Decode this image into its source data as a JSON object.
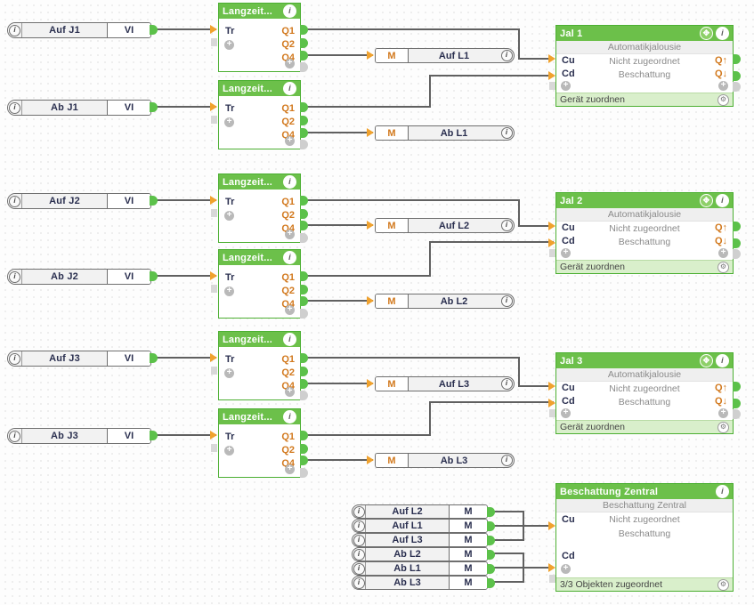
{
  "app": {
    "kind": "logic-editor-canvas",
    "colors": {
      "node_green": "#6cc04a",
      "port_out_green": "#5cc14a",
      "port_in_orange": "#f0a22e",
      "label_blue": "#2a2f4f",
      "label_orange": "#d2791e",
      "footer_green": "#d9efcb",
      "grid_dot": "#c9c9c9",
      "wire": "#606060"
    },
    "icons": {
      "info": "i",
      "plus": "+",
      "gear": "⚙",
      "move": "✥"
    }
  },
  "virtual_inputs": [
    {
      "label": "Auf J1",
      "type": "VI"
    },
    {
      "label": "Ab J1",
      "type": "VI"
    },
    {
      "label": "Auf J2",
      "type": "VI"
    },
    {
      "label": "Ab J2",
      "type": "VI"
    },
    {
      "label": "Auf J3",
      "type": "VI"
    },
    {
      "label": "Ab J3",
      "type": "VI"
    }
  ],
  "timer_blocks": [
    {
      "title": "Langzeit...",
      "input": "Tr",
      "outputs": [
        "Q1",
        "Q2",
        "Q4"
      ]
    },
    {
      "title": "Langzeit...",
      "input": "Tr",
      "outputs": [
        "Q1",
        "Q2",
        "Q4"
      ]
    },
    {
      "title": "Langzeit...",
      "input": "Tr",
      "outputs": [
        "Q1",
        "Q2",
        "Q4"
      ]
    },
    {
      "title": "Langzeit...",
      "input": "Tr",
      "outputs": [
        "Q1",
        "Q2",
        "Q4"
      ]
    },
    {
      "title": "Langzeit...",
      "input": "Tr",
      "outputs": [
        "Q1",
        "Q2",
        "Q4"
      ]
    },
    {
      "title": "Langzeit...",
      "input": "Tr",
      "outputs": [
        "Q1",
        "Q2",
        "Q4"
      ]
    }
  ],
  "marker_outputs": [
    {
      "type": "M",
      "label": "Auf L1"
    },
    {
      "type": "M",
      "label": "Ab L1"
    },
    {
      "type": "M",
      "label": "Auf L2"
    },
    {
      "type": "M",
      "label": "Ab L2"
    },
    {
      "type": "M",
      "label": "Auf L3"
    },
    {
      "type": "M",
      "label": "Ab L3"
    }
  ],
  "blind_blocks": [
    {
      "title": "Jal 1",
      "subtitle": "Automatikjalousie",
      "inputs": [
        "Cu",
        "Cd"
      ],
      "rows": [
        "Nicht zugeordnet",
        "Beschattung"
      ],
      "outputs": [
        "Q↑",
        "Q↓"
      ],
      "footer": "Gerät zuordnen"
    },
    {
      "title": "Jal 2",
      "subtitle": "Automatikjalousie",
      "inputs": [
        "Cu",
        "Cd"
      ],
      "rows": [
        "Nicht zugeordnet",
        "Beschattung"
      ],
      "outputs": [
        "Q↑",
        "Q↓"
      ],
      "footer": "Gerät zuordnen"
    },
    {
      "title": "Jal 3",
      "subtitle": "Automatikjalousie",
      "inputs": [
        "Cu",
        "Cd"
      ],
      "rows": [
        "Nicht zugeordnet",
        "Beschattung"
      ],
      "outputs": [
        "Q↑",
        "Q↓"
      ],
      "footer": "Gerät zuordnen"
    }
  ],
  "marker_inputs": [
    {
      "label": "Auf L2",
      "type": "M"
    },
    {
      "label": "Auf L1",
      "type": "M"
    },
    {
      "label": "Auf L3",
      "type": "M"
    },
    {
      "label": "Ab L2",
      "type": "M"
    },
    {
      "label": "Ab L1",
      "type": "M"
    },
    {
      "label": "Ab L3",
      "type": "M"
    }
  ],
  "central_block": {
    "title": "Beschattung Zentral",
    "subtitle": "Beschattung Zentral",
    "rows": [
      "Nicht zugeordnet",
      "Beschattung"
    ],
    "inputs": [
      "Cu",
      "Cd"
    ],
    "footer": "3/3 Objekten zugeordnet"
  }
}
